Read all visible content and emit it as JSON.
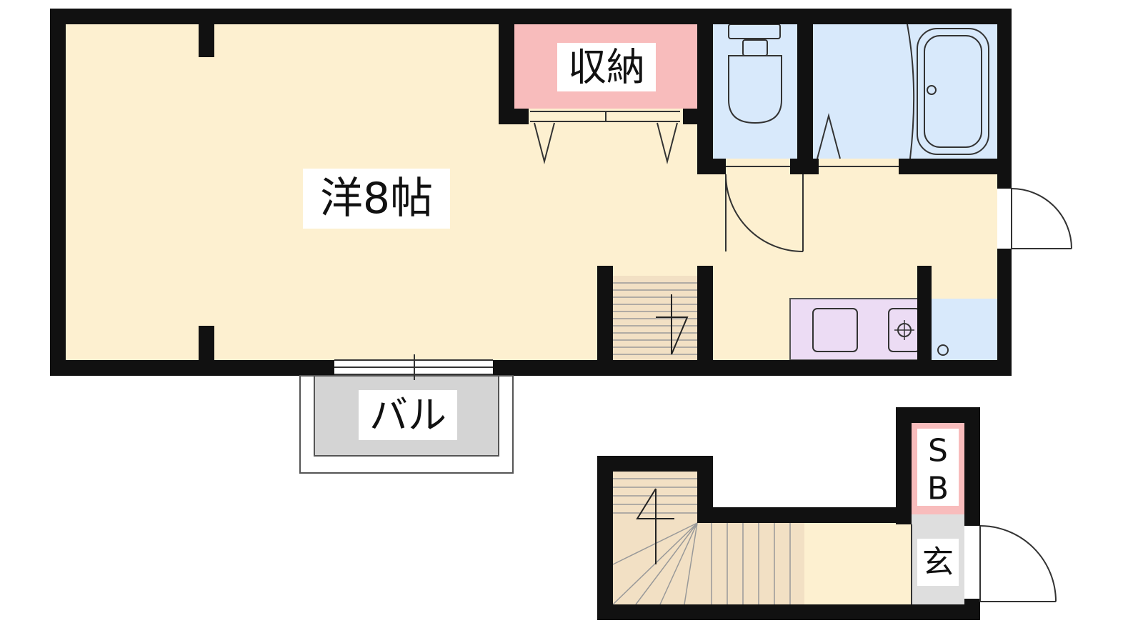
{
  "floor_plan": {
    "rooms": {
      "western_room": {
        "label": "洋8帖"
      },
      "storage": {
        "label": "収納"
      },
      "balcony": {
        "label": "バル"
      },
      "shoe_box": {
        "label_line1": "S",
        "label_line2": "B"
      },
      "entrance": {
        "label": "玄"
      }
    }
  },
  "colors": {
    "wall": "#111111",
    "floor": "#fdf0d0",
    "storage": "#f8bcbc",
    "wet_area": "#d8e9fb",
    "kitchen": "#ecdcf4",
    "stairs": "#f2e0c4",
    "balcony": "#d4d4d4",
    "entrance": "#dedede",
    "shoe_box": "#f8bcbc"
  }
}
